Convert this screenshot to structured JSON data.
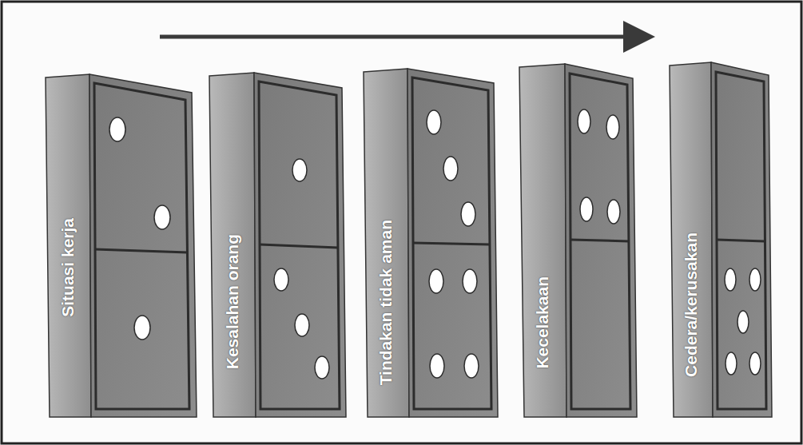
{
  "diagram": {
    "nodes": [
      {
        "text": [
          "Situasi kerja"
        ]
      },
      {
        "text": [
          "Kesalahan orang"
        ]
      },
      {
        "text": [
          "Tindakan tidak aman"
        ]
      },
      {
        "text": [
          "Kecelakaan"
        ]
      },
      {
        "text": [
          "Cedera/kerusakan"
        ]
      }
    ]
  }
}
